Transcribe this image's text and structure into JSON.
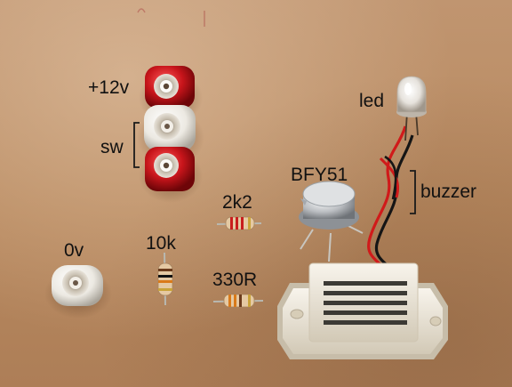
{
  "labels": {
    "plus_12v": "+12v",
    "sw": "sw",
    "zero_v": "0v",
    "r_10k": "10k",
    "r_2k2": "2k2",
    "r_330r": "330R",
    "transistor": "BFY51",
    "led": "led",
    "buzzer": "buzzer"
  },
  "colors": {
    "board": "#b8895f",
    "terminal_red": "#c8151b",
    "terminal_white": "#f2f0ea",
    "transistor_can": "#b9bcc0",
    "buzzer_body": "#ece6d8",
    "wire_red": "#d01a1a",
    "wire_black": "#151515"
  }
}
